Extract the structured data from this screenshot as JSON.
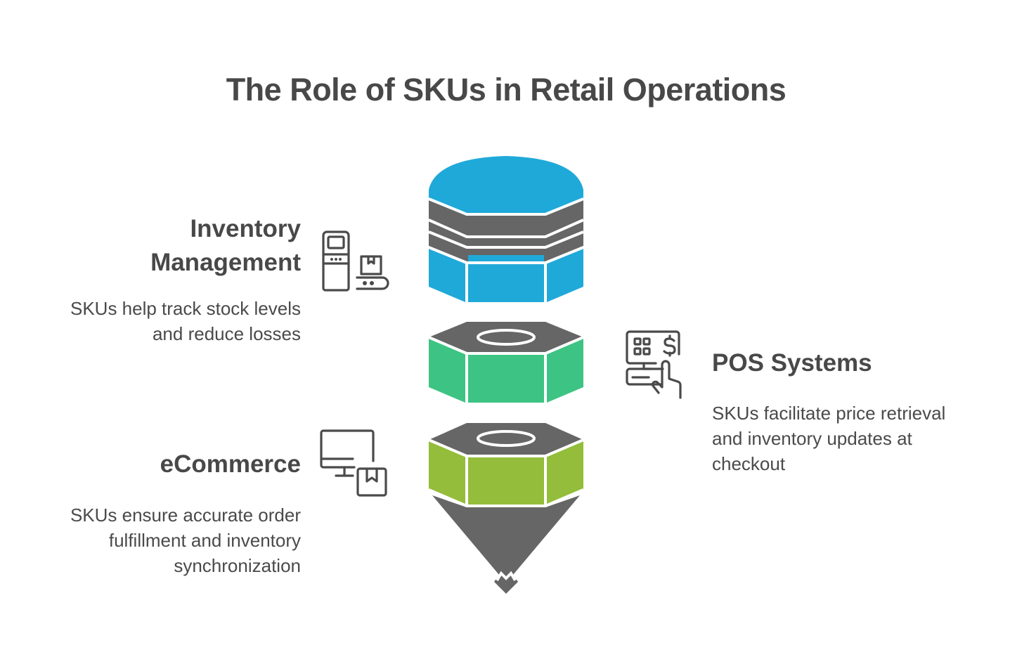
{
  "title": "The Role of SKUs in Retail Operations",
  "sections": [
    {
      "id": "inventory",
      "heading_lines": [
        "Inventory",
        "Management"
      ],
      "description_lines": [
        "SKUs help track stock levels",
        "and reduce losses"
      ],
      "icon": "inventory-machine-conveyor-icon",
      "color": "#1fa9d9",
      "side": "left"
    },
    {
      "id": "pos",
      "heading_lines": [
        "POS Systems"
      ],
      "description_lines": [
        "SKUs facilitate price retrieval",
        "and inventory updates at",
        "checkout"
      ],
      "icon": "pos-terminal-icon",
      "color": "#3dc484",
      "side": "right"
    },
    {
      "id": "ecommerce",
      "heading_lines": [
        "eCommerce"
      ],
      "description_lines": [
        "SKUs ensure accurate order",
        "fulfillment and inventory",
        "synchronization"
      ],
      "icon": "computer-package-icon",
      "color": "#93bd3a",
      "side": "left"
    }
  ],
  "colors": {
    "dark_gray": "#666666",
    "text": "#484848"
  }
}
